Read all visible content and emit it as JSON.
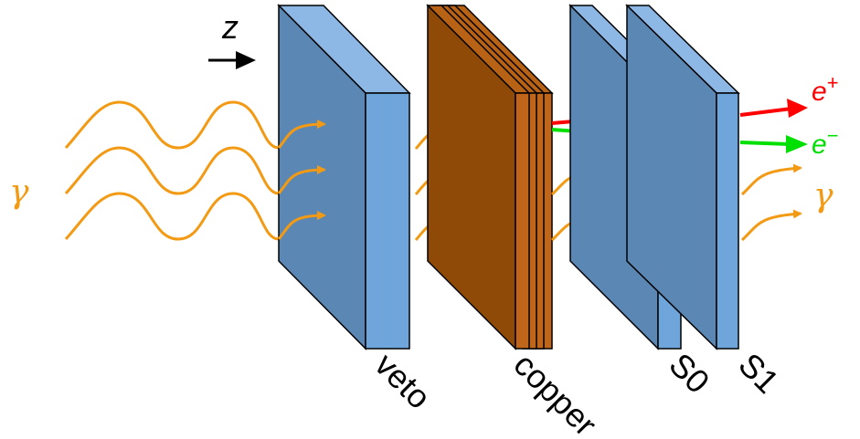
{
  "labels": {
    "z_axis": "z",
    "gamma_in": "γ",
    "gamma_out": "γ",
    "positron": "e",
    "positron_sup": "+",
    "electron": "e",
    "electron_sup": "−",
    "veto": "veto",
    "copper": "copper",
    "s0": "S0",
    "s1": "S1"
  },
  "colors": {
    "scintillator_face": "#5b87b4",
    "scintillator_side": "#6ea6dc",
    "scintillator_top": "#8db8e6",
    "copper_face": "#8e4a06",
    "copper_side": "#c0661a",
    "copper_top": "#b86216",
    "photon": "#f39a14",
    "positron": "#ff0000",
    "electron": "#00e000",
    "arrow": "#000000"
  }
}
